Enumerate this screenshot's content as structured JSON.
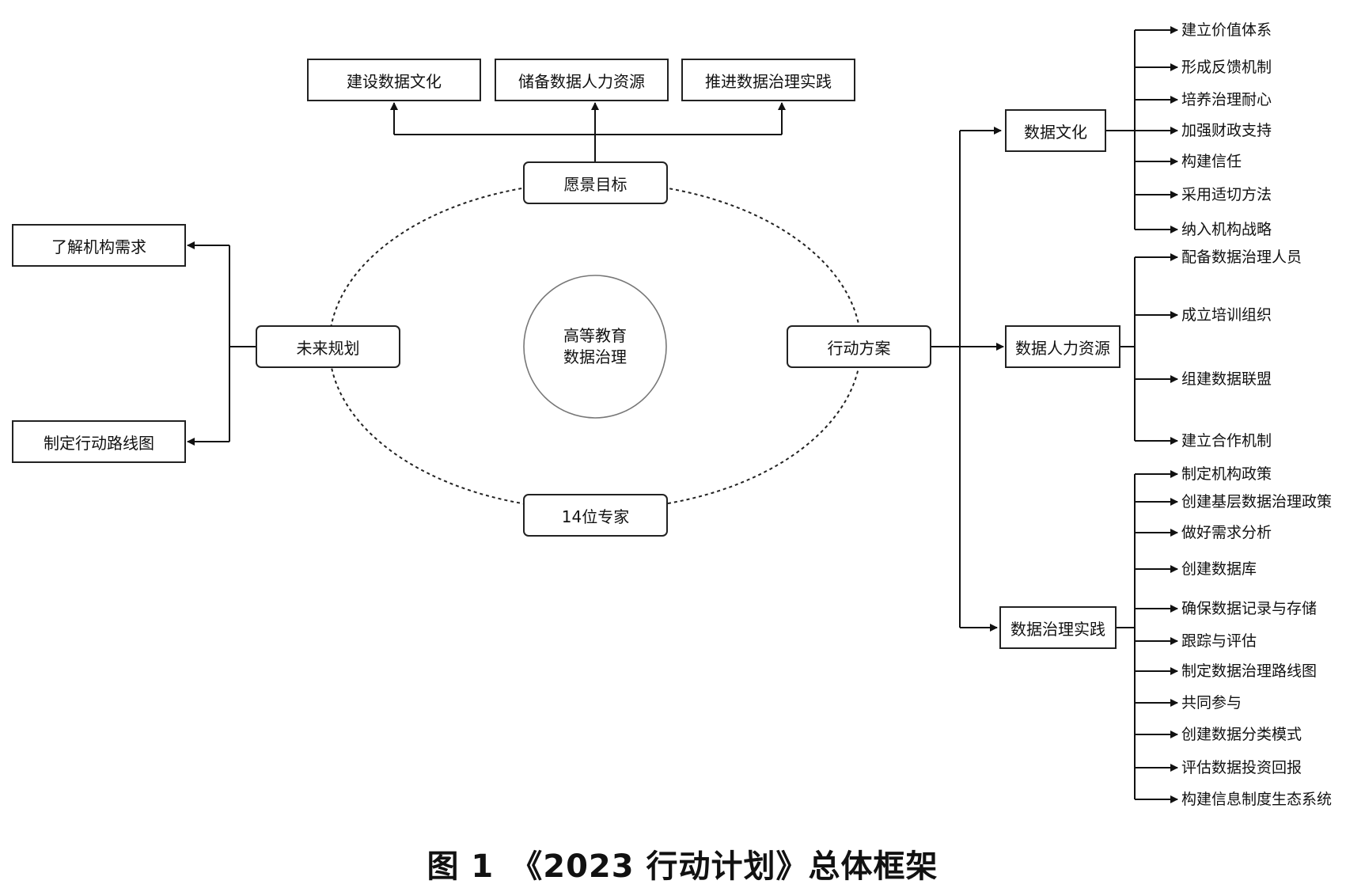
{
  "center": {
    "line1": "高等教育",
    "line2": "数据治理"
  },
  "nodes": {
    "vision": "愿景目标",
    "experts": "14位专家",
    "future": "未来规划",
    "action": "行动方案"
  },
  "vision_children": [
    "建设数据文化",
    "储备数据人力资源",
    "推进数据治理实践"
  ],
  "future_children": [
    "了解机构需求",
    "制定行动路线图"
  ],
  "action_children": [
    {
      "label": "数据文化",
      "items": [
        "建立价值体系",
        "形成反馈机制",
        "培养治理耐心",
        "加强财政支持",
        "构建信任",
        "采用适切方法",
        "纳入机构战略"
      ]
    },
    {
      "label": "数据人力资源",
      "items": [
        "配备数据治理人员",
        "成立培训组织",
        "组建数据联盟",
        "建立合作机制"
      ]
    },
    {
      "label": "数据治理实践",
      "items": [
        "制定机构政策",
        "创建基层数据治理政策",
        "做好需求分析",
        "创建数据库",
        "确保数据记录与存储",
        "跟踪与评估",
        "制定数据治理路线图",
        "共同参与",
        "创建数据分类模式",
        "评估数据投资回报",
        "构建信息制度生态系统"
      ]
    }
  ],
  "caption": "图 1　《2023 行动计划》总体框架"
}
